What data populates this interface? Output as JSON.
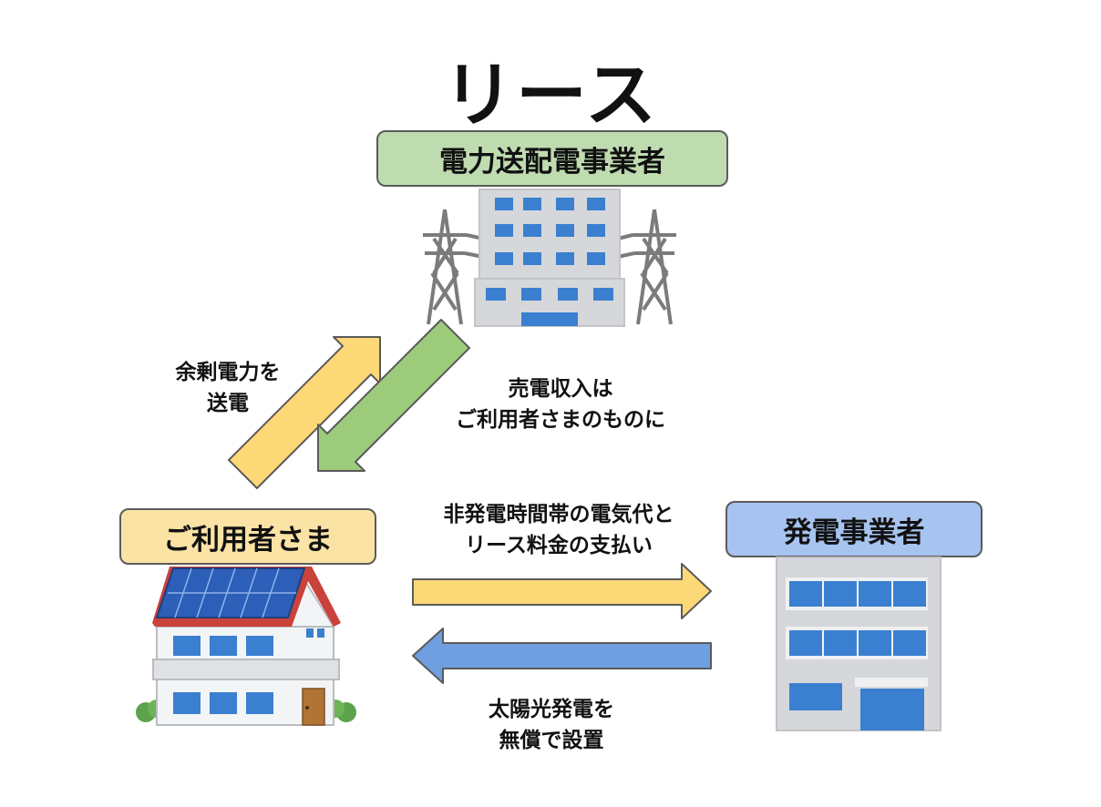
{
  "title": "リース",
  "nodes": {
    "grid_operator": "電力送配電事業者",
    "customer": "ご利用者さま",
    "power_company": "発電事業者"
  },
  "flows": {
    "surplus": {
      "line1": "余剰電力を",
      "line2": "送電"
    },
    "revenue": {
      "line1": "売電収入は",
      "line2": "ご利用者さまのものに"
    },
    "payment": {
      "line1": "非発電時間帯の電気代と",
      "line2": "リース料金の支払い"
    },
    "solar": {
      "line1": "太陽光発電を",
      "line2": "無償で設置"
    }
  },
  "colors": {
    "grid_box": "#bfdcb0",
    "customer_box": "#fbe3a6",
    "power_box": "#a7c3ef",
    "arrow_yellow": "#fcd877",
    "arrow_green": "#9ccb7c",
    "arrow_blue": "#6f9fe1",
    "arrow_border": "#5a5a5a"
  }
}
